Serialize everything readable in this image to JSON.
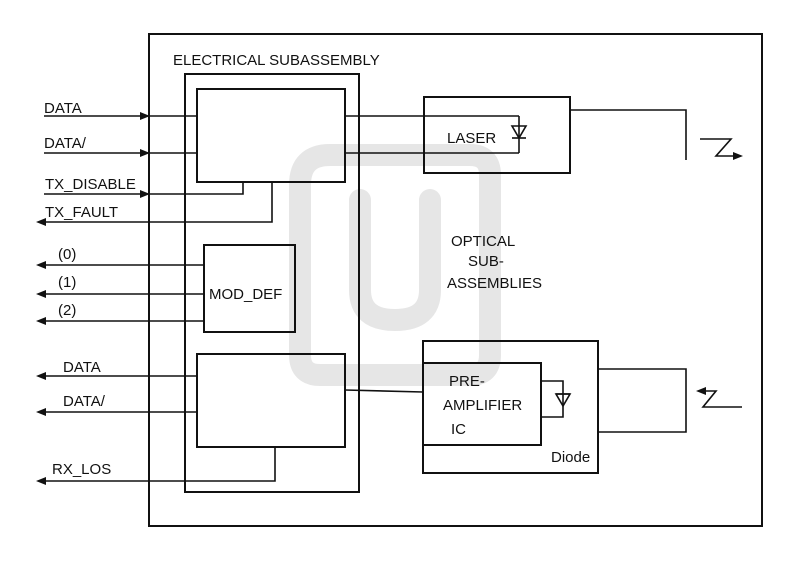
{
  "title": "ELECTRICAL SUBASSEMBLY",
  "optical_label": [
    "OPTICAL",
    "SUB-",
    "ASSEMBLIES"
  ],
  "tx_signals": {
    "data": "DATA",
    "data_bar": "DATA/",
    "tx_disable": "TX_DISABLE",
    "tx_fault": "TX_FAULT"
  },
  "mod_def": {
    "label": "MOD_DEF",
    "pins": [
      "(0)",
      "(1)",
      "(2)"
    ]
  },
  "rx_signals": {
    "data": "DATA",
    "data_bar": "DATA/",
    "rx_los": "RX_LOS"
  },
  "laser_label": "LASER",
  "preamp_label": [
    "PRE-",
    "AMPLIFIER",
    "IC"
  ],
  "diode_label": "Diode"
}
